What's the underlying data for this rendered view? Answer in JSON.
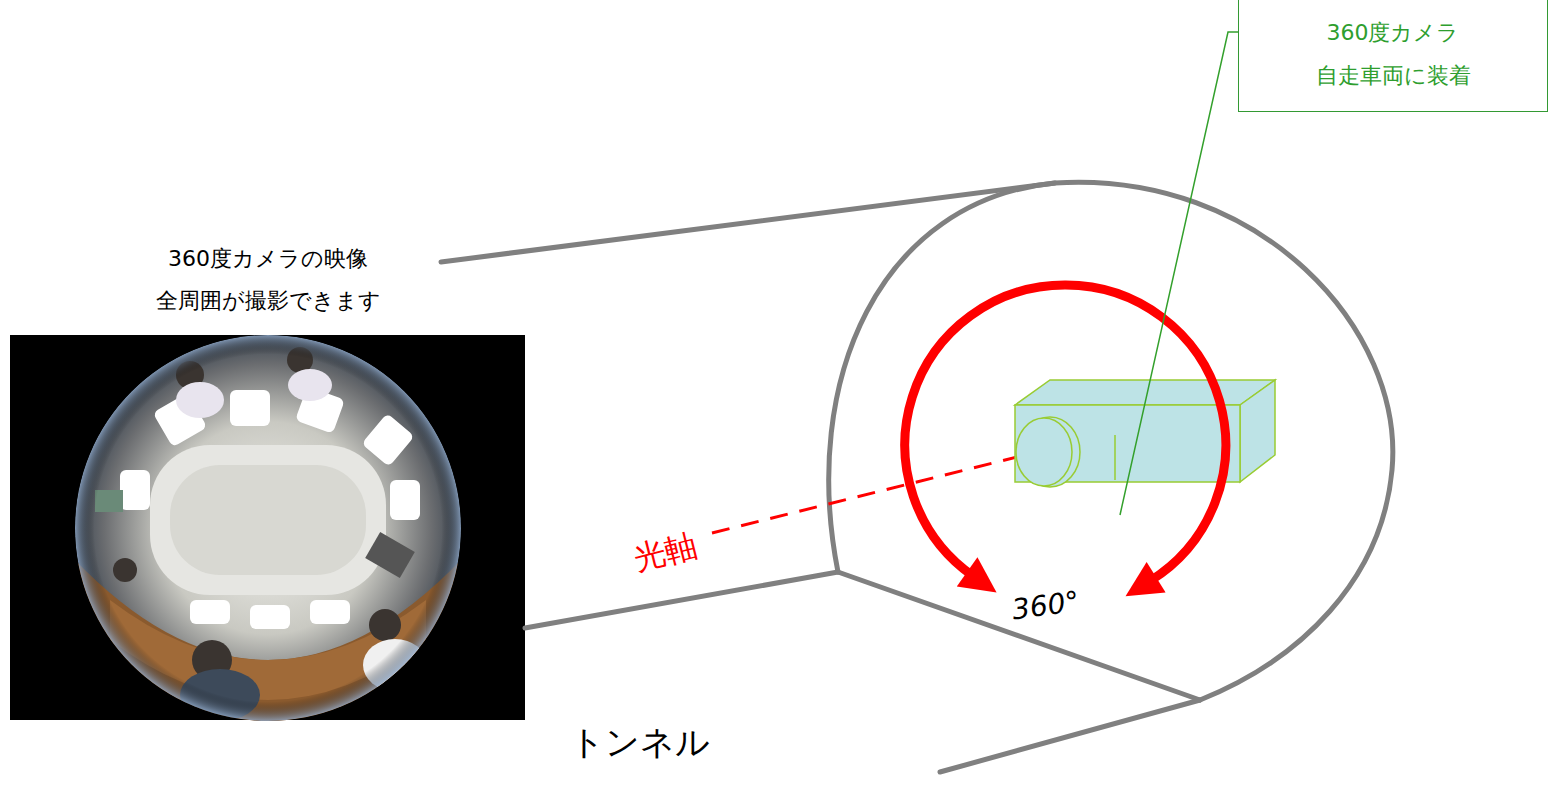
{
  "diagram": {
    "nodes": [
      {
        "text": [
          "360度カメラ 自走車両に装着"
        ]
      }
    ],
    "labels": [
      "360度カメラの映像 全周囲が撮影できます",
      "光軸",
      "360°",
      "トンネル"
    ]
  }
}
